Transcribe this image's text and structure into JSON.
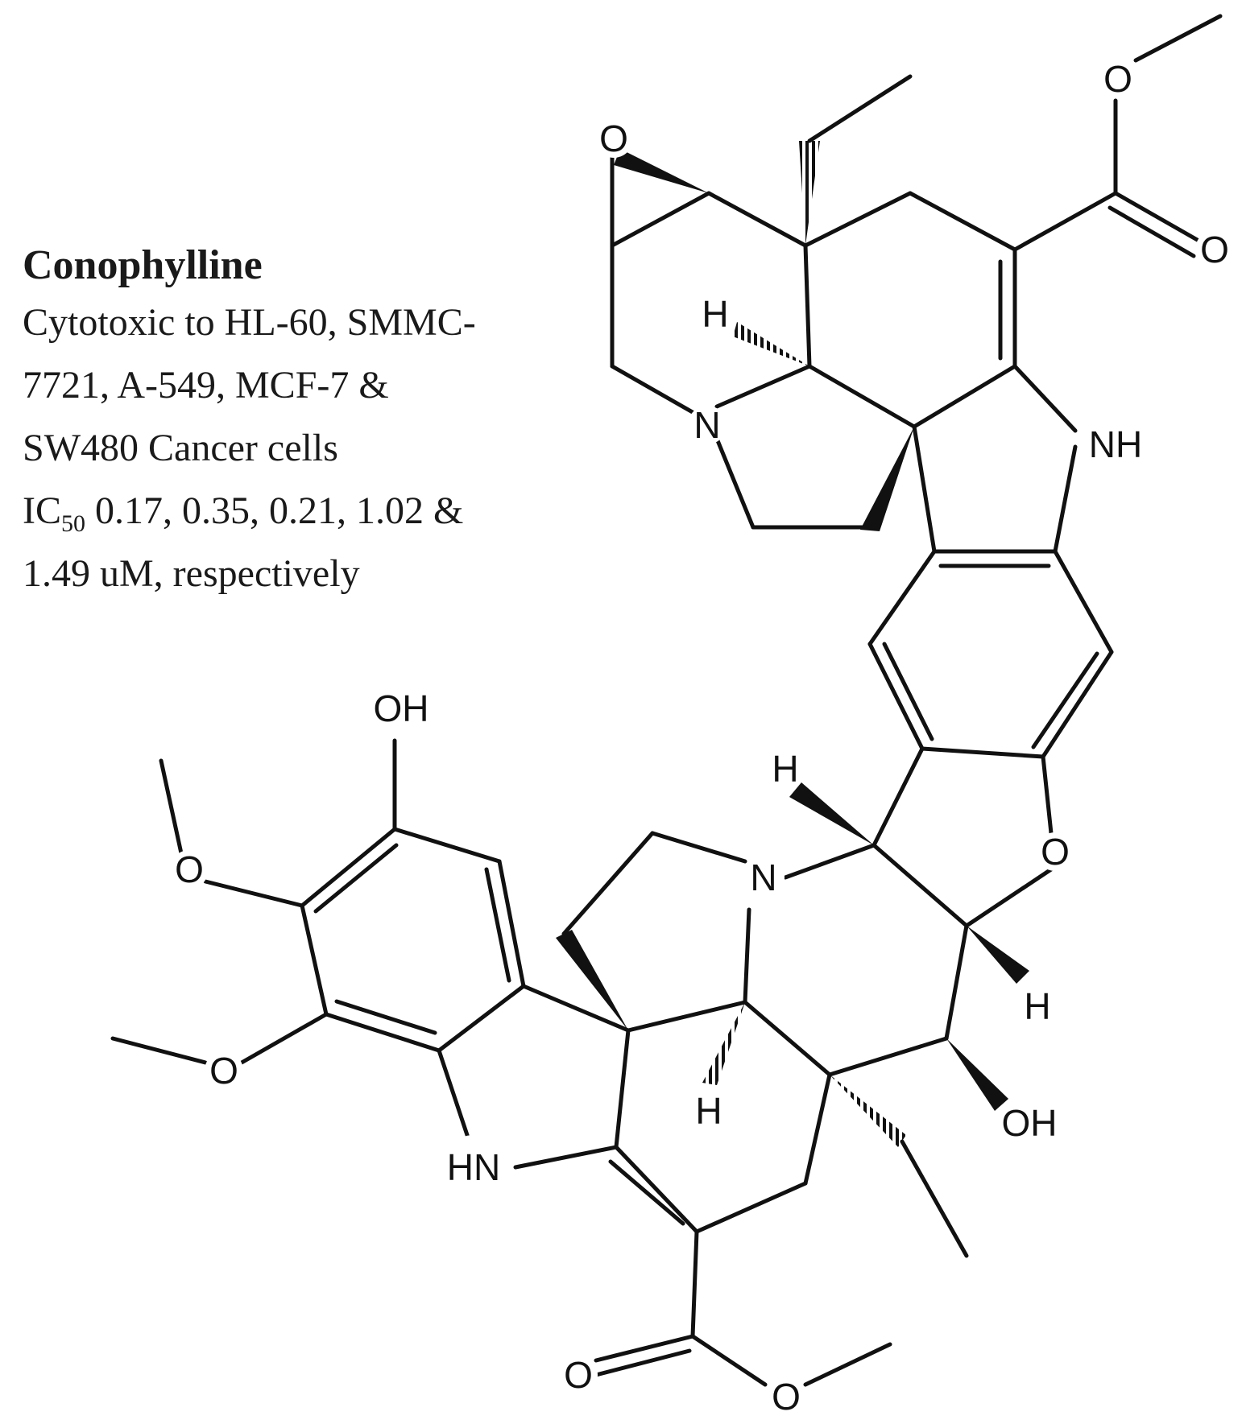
{
  "compound": {
    "name": "Conophylline",
    "line1": "Cytotoxic to HL-60, SMMC-",
    "line2": "7721, A-549, MCF-7 &",
    "line3": "SW480 Cancer cells",
    "ic_prefix": "IC",
    "ic_sub": "50",
    "ic_rest": " 0.17, 0.35, 0.21, 1.02 &",
    "line5": "1.49 uM, respectively"
  },
  "atom_labels": {
    "epoxide_o": "O",
    "ester_top_o1": "O",
    "ester_top_o2": "O",
    "h_top": "H",
    "n_top": "N",
    "nh_top": "NH",
    "oh_left": "OH",
    "ome1_o": "O",
    "ome2_o": "O",
    "h_mid": "H",
    "n_mid": "N",
    "o_furan": "O",
    "h_right": "H",
    "h_bottom": "H",
    "oh_right": "OH",
    "hn_bottom": "HN",
    "ester_bot_o1": "O",
    "ester_bot_o2": "O"
  }
}
